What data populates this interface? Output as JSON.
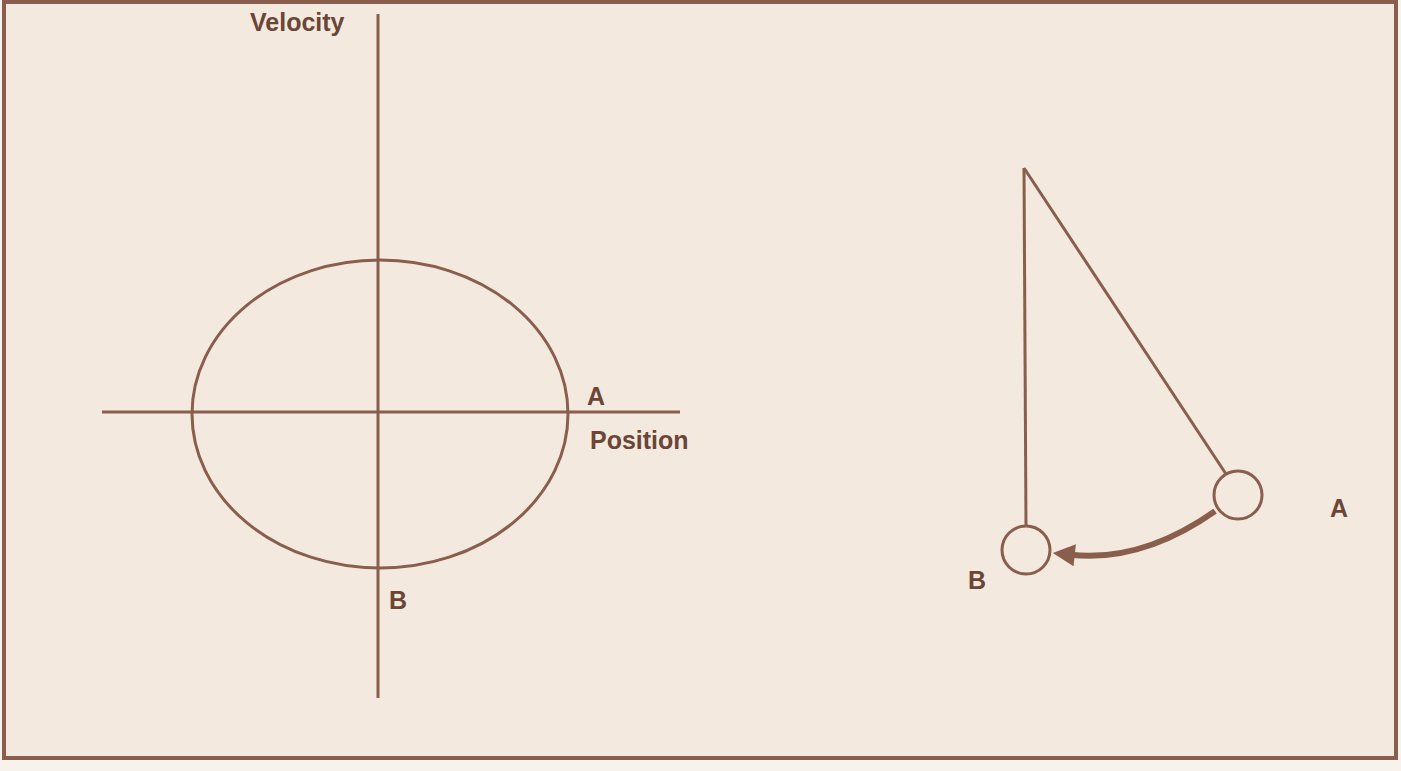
{
  "diagram": {
    "nodes": [
      {
        "text": [
          "A"
        ]
      },
      {
        "text": [
          "B"
        ]
      }
    ],
    "edges": [
      {
        "from": 0,
        "to": 1,
        "arrow": "to"
      }
    ],
    "labels": [
      "Velocity",
      "Position",
      "A",
      "B"
    ]
  }
}
